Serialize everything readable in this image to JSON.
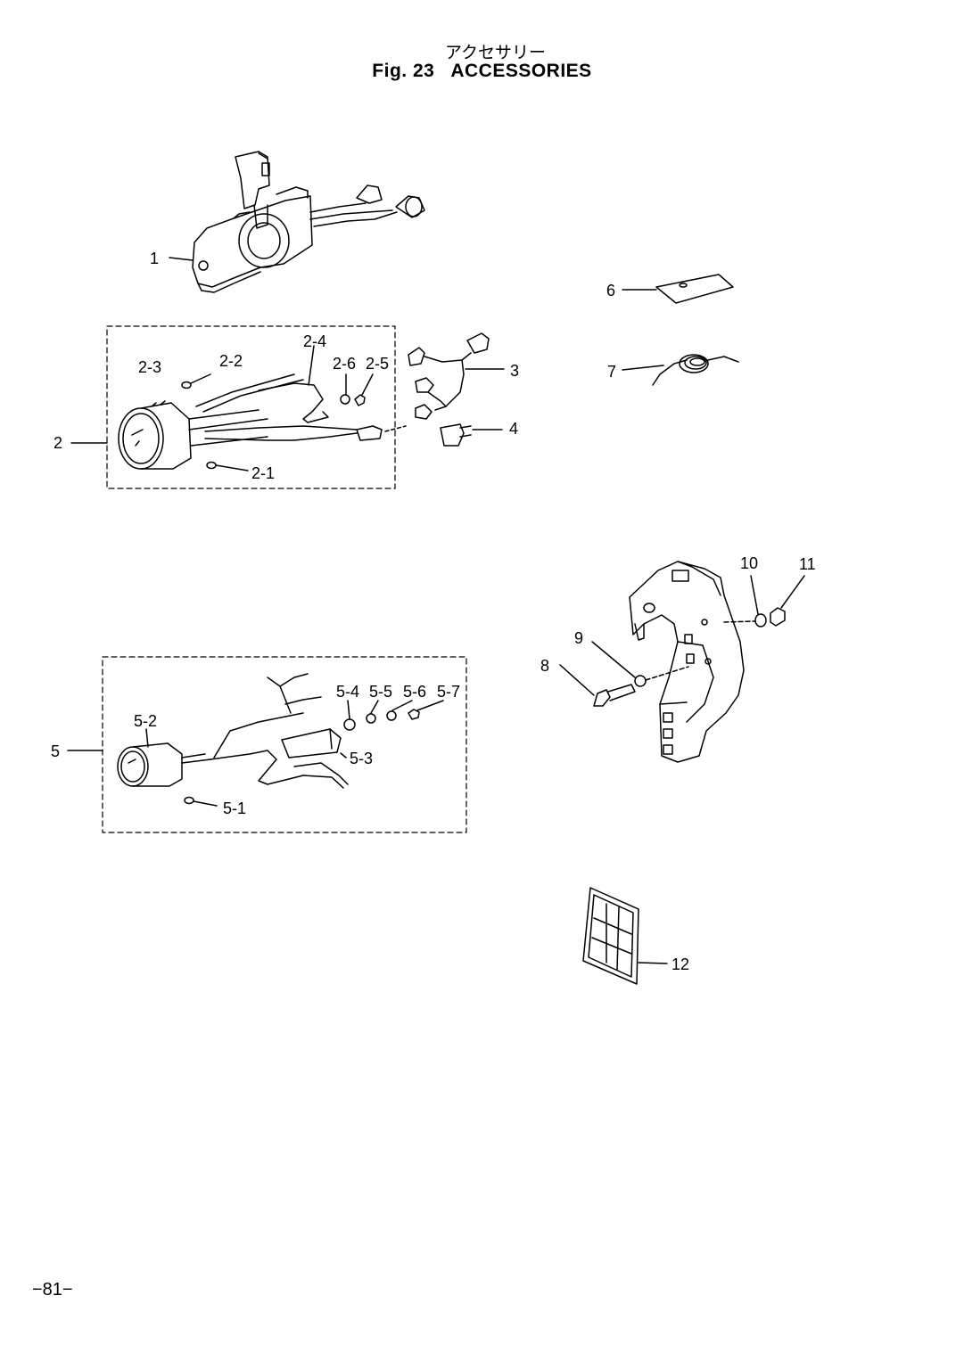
{
  "title": {
    "japanese": "アクセサリー",
    "figure_number": "Fig. 23",
    "english": "ACCESSORIES"
  },
  "callouts": {
    "c1": "1",
    "c2": "2",
    "c2_1": "2-1",
    "c2_2": "2-2",
    "c2_3": "2-3",
    "c2_4": "2-4",
    "c2_5": "2-5",
    "c2_6": "2-6",
    "c3": "3",
    "c4": "4",
    "c5": "5",
    "c5_1": "5-1",
    "c5_2": "5-2",
    "c5_3": "5-3",
    "c5_4": "5-4",
    "c5_5": "5-5",
    "c5_6": "5-6",
    "c5_7": "5-7",
    "c6": "6",
    "c7": "7",
    "c8": "8",
    "c9": "9",
    "c10": "10",
    "c11": "11",
    "c12": "12"
  },
  "page_number": "−81−"
}
